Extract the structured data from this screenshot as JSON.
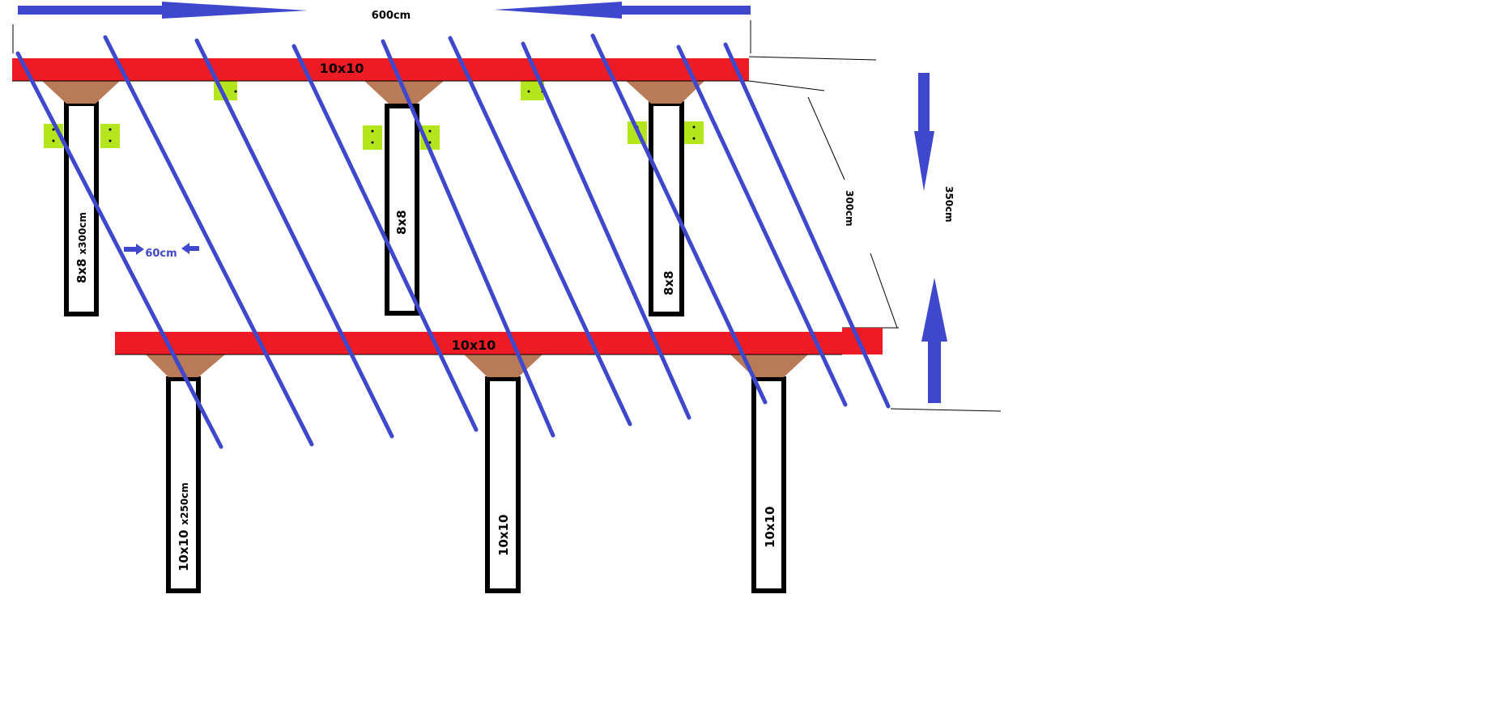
{
  "colors": {
    "beam": "#ed1c24",
    "rafter": "#3f48cc",
    "bracket": "#b97a57",
    "plate": "#b5e61d",
    "post": "#000000"
  },
  "labels": {
    "width_dim": "600cm",
    "top_beam": "10x10",
    "bottom_beam": "10x10",
    "depth_dim": "300cm",
    "overall_dim": "350cm",
    "rafter_spacing": "60cm",
    "post_back_left": "8x8",
    "post_back_left_len": "x300cm",
    "post_back_mid": "8x8",
    "post_back_right": "8x8",
    "post_front_left": "10x10",
    "post_front_left_len": "x250cm",
    "post_front_mid": "10x10",
    "post_front_right": "10x10"
  }
}
